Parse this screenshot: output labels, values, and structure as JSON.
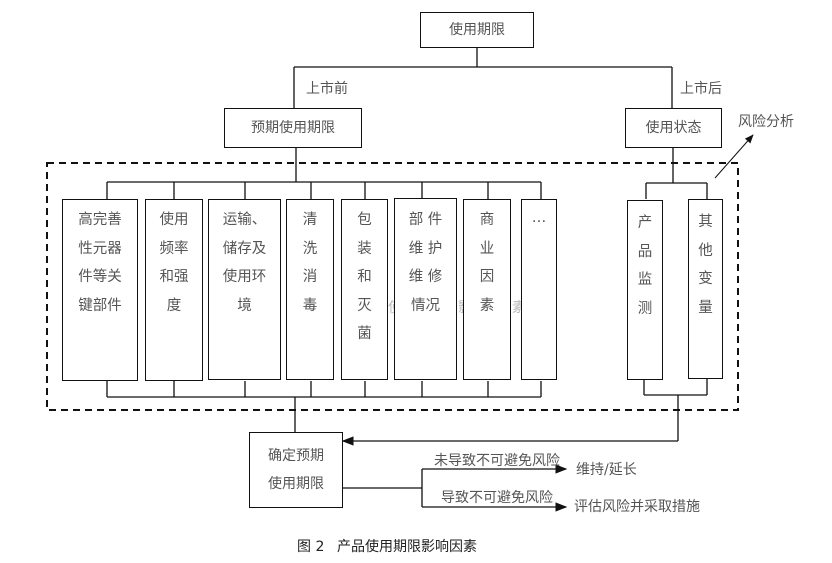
{
  "diagram": {
    "root": {
      "label": "使用期限"
    },
    "branches": {
      "pre_market": {
        "label": "上市前",
        "node": "预期使用期限"
      },
      "post_market": {
        "label": "上市后",
        "node": "使用状态",
        "arrow_label": "风险分析"
      }
    },
    "pre_market_factors": [
      {
        "id": "critical-parts",
        "lines": [
          "高完善",
          "性元器",
          "件等关",
          "键部件"
        ]
      },
      {
        "id": "usage-frequency",
        "lines": [
          "使用",
          "频率",
          "和强",
          "度"
        ]
      },
      {
        "id": "transport-storage",
        "lines": [
          "运输、",
          "储存及",
          "使用环",
          "境"
        ]
      },
      {
        "id": "cleaning",
        "lines": [
          "清",
          "洗",
          "消",
          "毒"
        ]
      },
      {
        "id": "packaging",
        "lines": [
          "包",
          "装",
          "和",
          "灭",
          "菌"
        ]
      },
      {
        "id": "maintenance",
        "lines": [
          "部 件",
          "维 护",
          "维 修",
          "情况"
        ]
      },
      {
        "id": "commercial",
        "lines": [
          "商",
          "业",
          "因",
          "素"
        ]
      },
      {
        "id": "more",
        "lines": [
          "…"
        ]
      }
    ],
    "post_market_factors": [
      {
        "id": "product-monitoring",
        "lines": [
          "产",
          "品",
          "监",
          "测"
        ]
      },
      {
        "id": "other-variables",
        "lines": [
          "其",
          "他",
          "变",
          "量"
        ]
      }
    ],
    "ghost_fragments": [
      "使",
      "影",
      "素"
    ],
    "decision": {
      "node": [
        "确定预期",
        "使用期限"
      ],
      "outcomes": [
        {
          "condition": "未导致不可避免风险",
          "result": "维持/延长"
        },
        {
          "condition": "导致不可避免风险",
          "result": "评估风险并采取措施"
        }
      ]
    },
    "caption": {
      "number": "图 2",
      "title": "产品使用期限影响因素"
    }
  }
}
